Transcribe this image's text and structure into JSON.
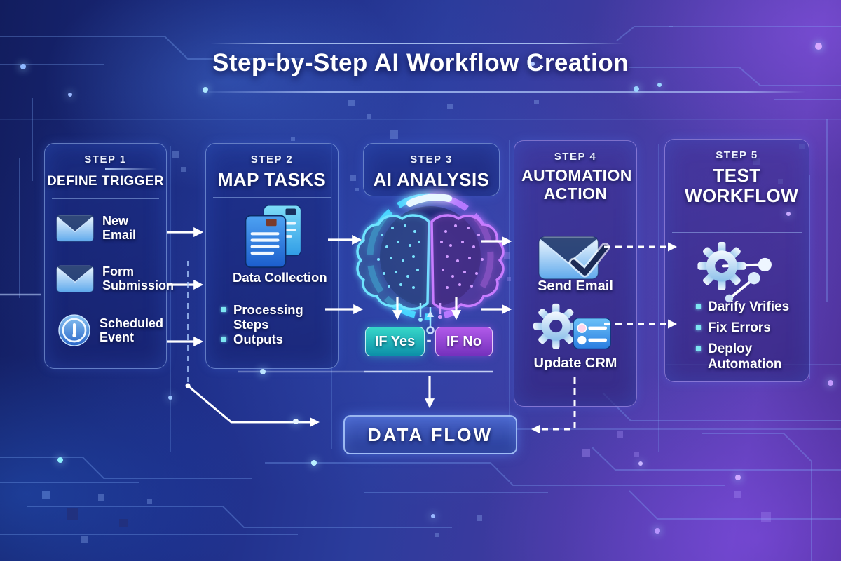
{
  "title": "Step-by-Step AI Workflow Creation",
  "steps": [
    {
      "label": "STEP 1",
      "title": "DEFINE TRIGGER",
      "items": [
        {
          "icon": "email-icon",
          "text": "New Email"
        },
        {
          "icon": "email-icon",
          "text": "Form Submission"
        },
        {
          "icon": "clock-icon",
          "text": "Scheduled Event"
        }
      ]
    },
    {
      "label": "STEP 2",
      "title": "MAP TASKS",
      "icon": "documents-icon",
      "items": [
        {
          "bullet": false,
          "text": "Data Collection"
        },
        {
          "bullet": true,
          "text": "Processing Steps"
        },
        {
          "bullet": true,
          "text": "Outputs"
        }
      ]
    },
    {
      "label": "STEP 3",
      "title": "AI ANALYSIS",
      "icon": "ai-brain-icon",
      "decision": {
        "yes": "IF Yes",
        "separator": "-",
        "no": "IF No"
      }
    },
    {
      "label": "STEP 4",
      "title": "AUTOMATION ACTION",
      "items": [
        {
          "icon": "send-email-icon",
          "text": "Send Email"
        },
        {
          "icon": "update-crm-icon",
          "text": "Update CRM"
        }
      ]
    },
    {
      "label": "STEP 5",
      "title": "TEST WORKFLOW",
      "icon": "gear-nodes-icon",
      "items": [
        {
          "bullet": true,
          "text": "Darify Vrifies"
        },
        {
          "bullet": true,
          "text": "Fix Errors"
        },
        {
          "bullet": true,
          "text": "Deploy Automation"
        }
      ]
    }
  ],
  "data_flow": {
    "label": "DATA FLOW"
  },
  "colors": {
    "accent_cyan": "#46d4ff",
    "accent_purple": "#b678ff",
    "if_yes_green": "#14b8b4",
    "if_no_purple": "#9a45d8",
    "panel_border": "#7da8e8",
    "background_blue": "#1c2c85",
    "background_purple": "#5b3eb2"
  }
}
